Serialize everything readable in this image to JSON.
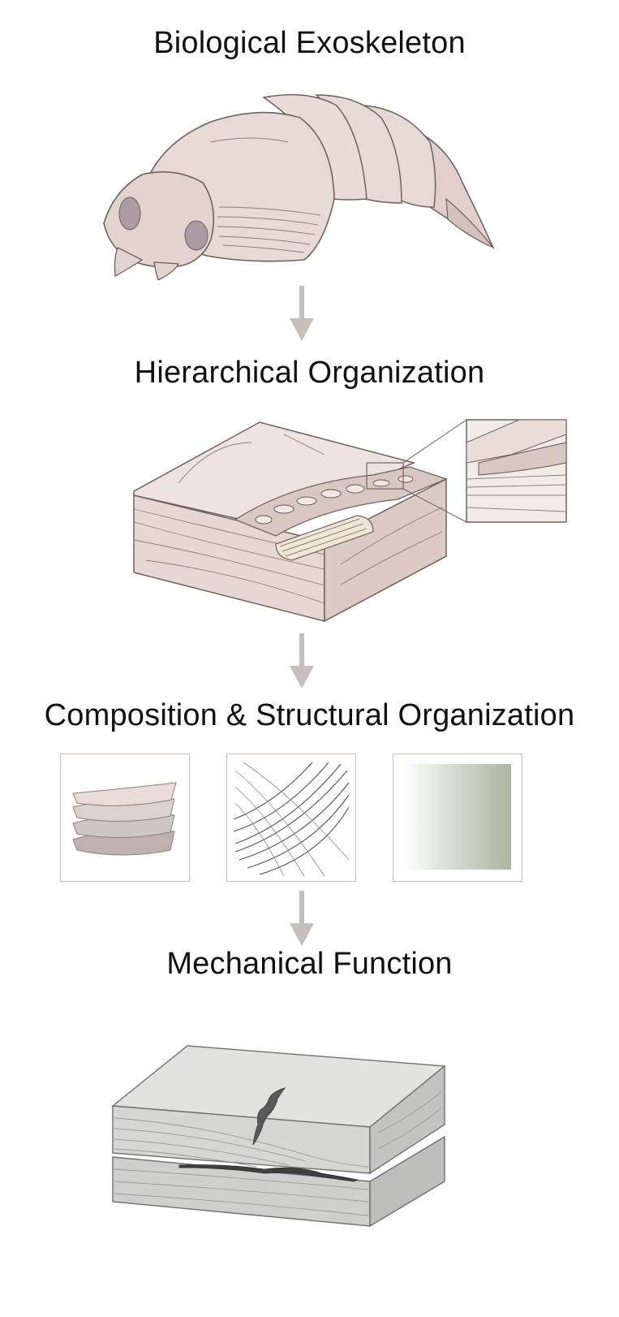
{
  "stages": [
    {
      "title": "Biological Exoskeleton"
    },
    {
      "title": "Hierarchical Organization"
    },
    {
      "title": "Composition & Structural Organization"
    },
    {
      "title": "Mechanical Function"
    }
  ],
  "colors": {
    "cuticle_fill": "#e7d9d4",
    "cuticle_shadow": "#d4c2bc",
    "outline": "#6f625e",
    "arrow": "#c8bfba",
    "eye": "#a99aa3",
    "fiber": "#555555",
    "gray_block_top": "#d9d9d7",
    "gray_block_side": "#c3c3c1",
    "gradient_green": "#a9b6a1"
  }
}
